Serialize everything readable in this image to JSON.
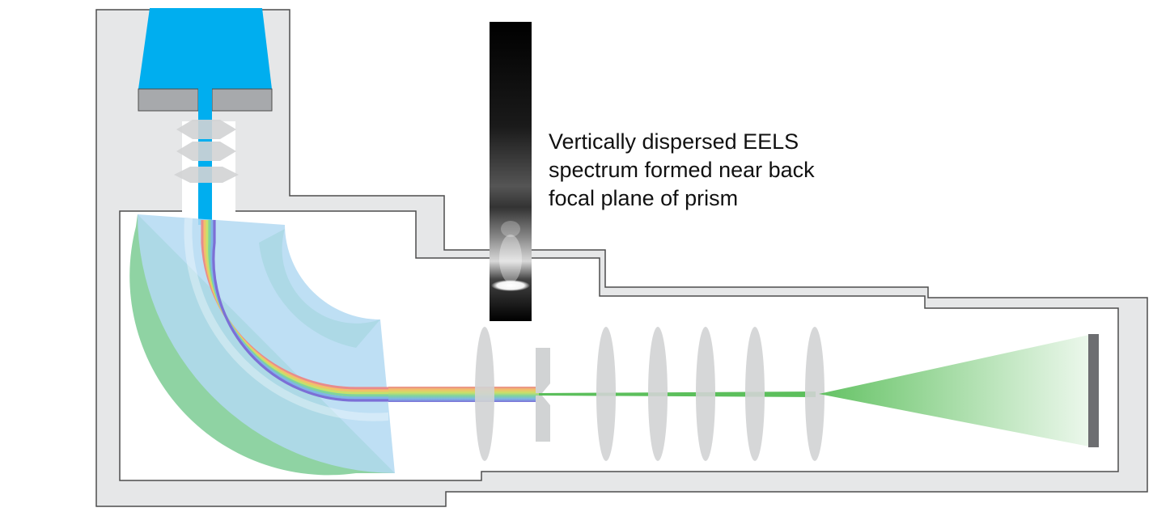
{
  "caption": {
    "line1": "Vertically dispersed EELS",
    "line2": "spectrum formed near back",
    "line3": "focal plane of prism"
  },
  "colors": {
    "housing_fill": "#e6e7e8",
    "housing_stroke": "#4d4d4d",
    "gun": "#00aeef",
    "aperture": "#a7a9ac",
    "prism_light": "#b3d9f2",
    "magnet": "#8fd3a3",
    "lens": "#d1d3d4",
    "beam_green": "#5cbf5c",
    "detector": "#6d6e71",
    "spectrum_bg": "#000000"
  }
}
